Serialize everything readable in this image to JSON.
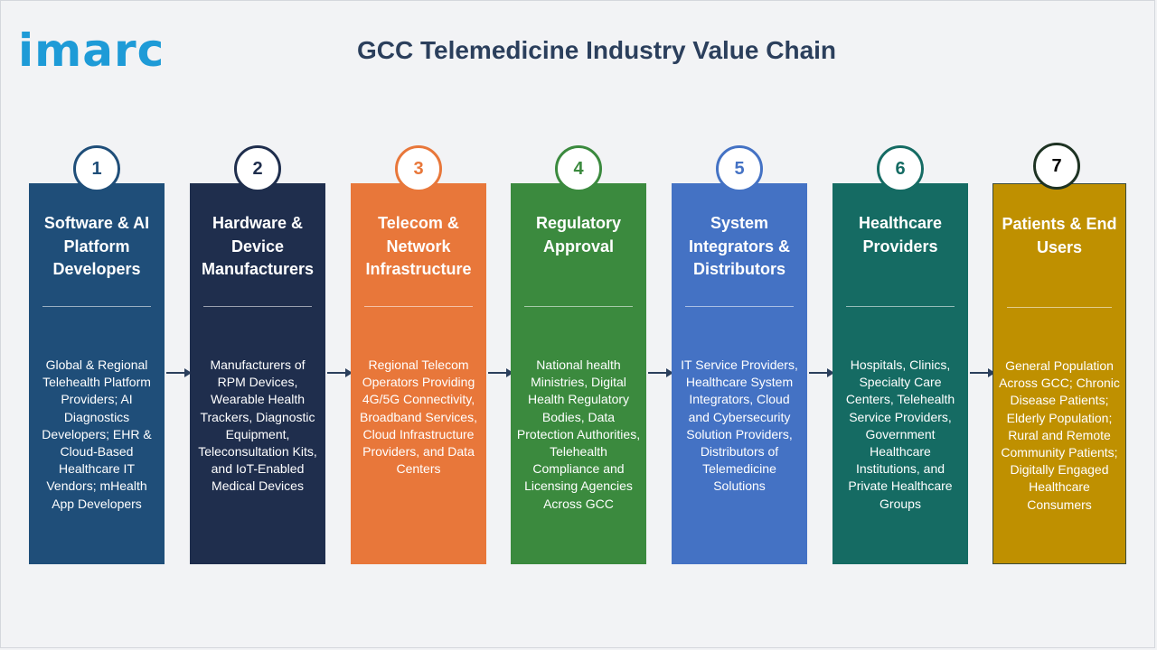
{
  "logo": {
    "text": "imarc"
  },
  "title": "GCC Telemedicine Industry Value Chain",
  "colors": {
    "stage1": "#1f4e79",
    "stage2": "#1f2e4d",
    "stage3": "#e8773a",
    "stage4": "#3b8a3e",
    "stage5": "#4472c4",
    "stage6": "#156b63",
    "stage7": "#bf9000",
    "arrow": "#2b3f5c",
    "logo": "#1e9bd7"
  },
  "stages": [
    {
      "number": "1",
      "title": "Software & AI Platform Developers",
      "description": "Global & Regional Telehealth Platform Providers; AI Diagnostics Developers; EHR & Cloud-Based Healthcare IT Vendors; mHealth App Developers"
    },
    {
      "number": "2",
      "title": "Hardware & Device Manufacturers",
      "description": "Manufacturers of RPM Devices, Wearable Health Trackers, Diagnostic Equipment, Teleconsultation Kits, and IoT-Enabled Medical Devices"
    },
    {
      "number": "3",
      "title": "Telecom & Network Infrastructure",
      "description": "Regional Telecom Operators Providing 4G/5G Connectivity, Broadband Services, Cloud Infrastructure Providers, and Data Centers"
    },
    {
      "number": "4",
      "title": "Regulatory Approval",
      "description": "National health Ministries, Digital Health Regulatory Bodies, Data Protection Authorities, Telehealth Compliance and Licensing Agencies Across GCC"
    },
    {
      "number": "5",
      "title": "System Integrators & Distributors",
      "description": "IT Service Providers, Healthcare System Integrators, Cloud and Cybersecurity Solution Providers, Distributors of Telemedicine Solutions"
    },
    {
      "number": "6",
      "title": "Healthcare Providers",
      "description": "Hospitals, Clinics, Specialty Care Centers, Telehealth Service Providers, Government Healthcare Institutions, and Private Healthcare Groups"
    },
    {
      "number": "7",
      "title": "Patients & End Users",
      "description": "General Population Across GCC; Chronic Disease Patients; Elderly Population; Rural and Remote Community Patients; Digitally Engaged Healthcare Consumers"
    }
  ]
}
